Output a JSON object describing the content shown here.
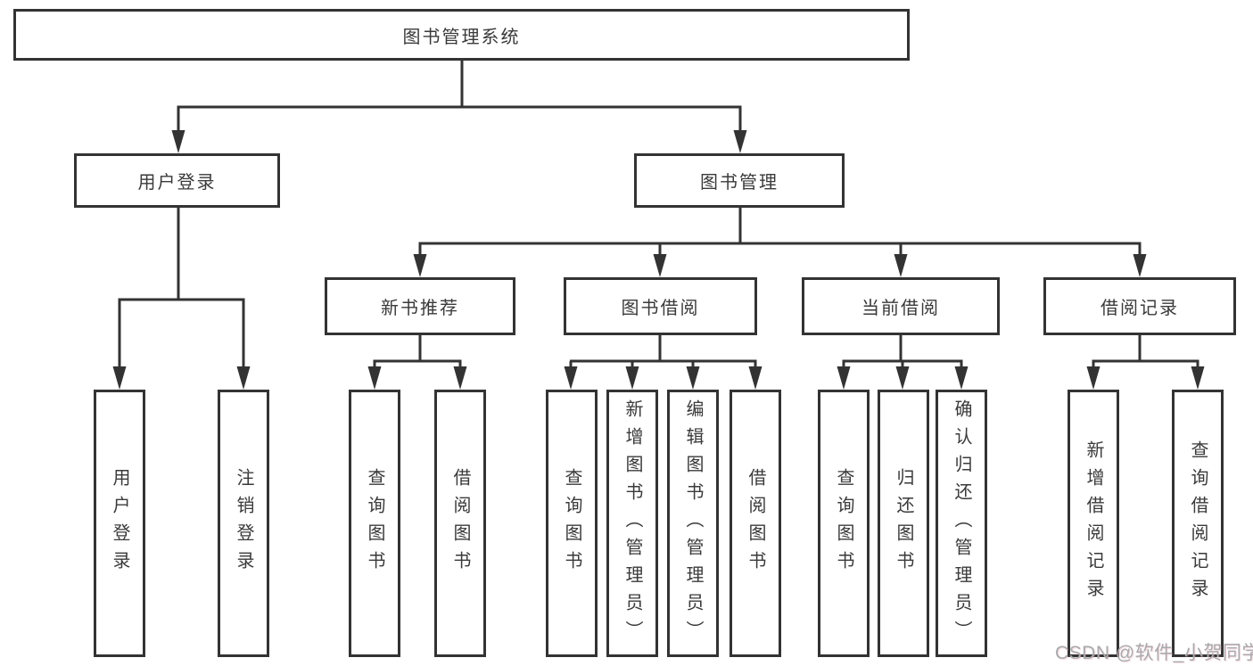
{
  "diagram": {
    "title": "图书管理系统",
    "colors": {
      "line": "#333333",
      "border": "#333333",
      "text": "#3a3a3a",
      "watermark": "#a8aaae"
    },
    "root": {
      "label": "图书管理系统",
      "children": [
        {
          "label": "用户登录",
          "children": [
            {
              "label": "用户登录"
            },
            {
              "label": "注销登录"
            }
          ]
        },
        {
          "label": "图书管理",
          "children": [
            {
              "label": "新书推荐",
              "children": [
                {
                  "label": "查询图书"
                },
                {
                  "label": "借阅图书"
                }
              ]
            },
            {
              "label": "图书借阅",
              "children": [
                {
                  "label": "查询图书"
                },
                {
                  "label": "新增图书（管理员）"
                },
                {
                  "label": "编辑图书（管理员）"
                },
                {
                  "label": "借阅图书"
                }
              ]
            },
            {
              "label": "当前借阅",
              "children": [
                {
                  "label": "查询图书"
                },
                {
                  "label": "归还图书"
                },
                {
                  "label": "确认归还（管理员）"
                }
              ]
            },
            {
              "label": "借阅记录",
              "children": [
                {
                  "label": "新增借阅记录"
                },
                {
                  "label": "查询借阅记录"
                }
              ]
            }
          ]
        }
      ]
    }
  },
  "watermark": {
    "text": "CSDN @软件_小贺同学"
  }
}
